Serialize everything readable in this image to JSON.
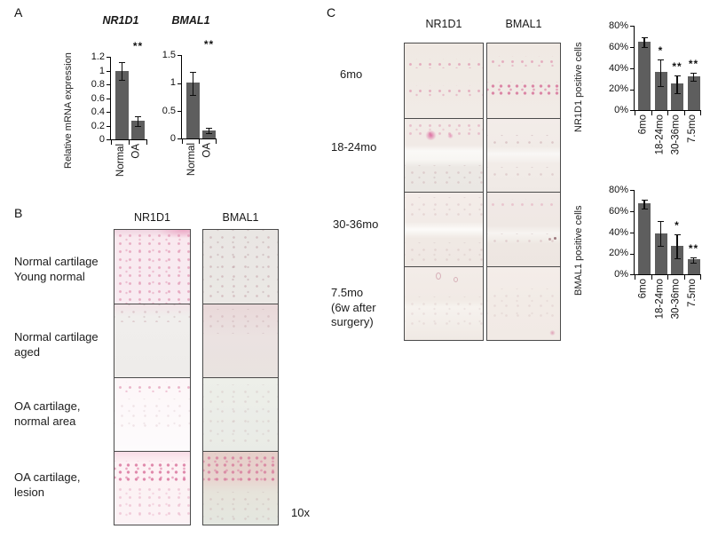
{
  "panelA": {
    "label": "A",
    "y_axis_label": "Relative mRNA expression"
  },
  "panelB": {
    "label": "B",
    "col_headers": [
      "NR1D1",
      "BMAL1"
    ],
    "row_labels": [
      [
        "Normal cartilage",
        "Young normal"
      ],
      [
        "Normal cartilage",
        "aged"
      ],
      [
        "OA cartilage,",
        "normal area"
      ],
      [
        "OA cartilage,",
        "lesion"
      ]
    ],
    "magnification": "10x"
  },
  "panelC": {
    "label": "C",
    "col_headers": [
      "NR1D1",
      "BMAL1"
    ],
    "row_labels": [
      [
        "6mo"
      ],
      [
        "18-24mo"
      ],
      [
        "30-36mo"
      ],
      [
        "7.5mo",
        "(6w after",
        "surgery)"
      ]
    ]
  },
  "chart_data": [
    {
      "id": "panelA-NR1D1-mRNA",
      "type": "bar",
      "title": "NR1D1",
      "categories": [
        "Normal",
        "OA"
      ],
      "values": [
        1.0,
        0.27
      ],
      "errors": [
        0.13,
        0.08
      ],
      "ylim": [
        0,
        1.2
      ],
      "yticks": [
        0,
        0.2,
        0.4,
        0.6,
        0.8,
        1,
        1.2
      ],
      "ytick_labels": [
        "0",
        "0.2",
        "0.4",
        "0.6",
        "0.8",
        "1",
        "1.2"
      ],
      "ylabel": "Relative mRNA expression",
      "significance": [
        "",
        "**"
      ],
      "sig_position": "top",
      "grid": false,
      "legend": false
    },
    {
      "id": "panelA-BMAL1-mRNA",
      "type": "bar",
      "title": "BMAL1",
      "categories": [
        "Normal",
        "OA"
      ],
      "values": [
        1.0,
        0.15
      ],
      "errors": [
        0.22,
        0.05
      ],
      "ylim": [
        0,
        1.5
      ],
      "yticks": [
        0,
        0.5,
        1,
        1.5
      ],
      "ytick_labels": [
        "0",
        "0.5",
        "1",
        "1.5"
      ],
      "ylabel": "Relative mRNA expression",
      "significance": [
        "",
        "**"
      ],
      "sig_position": "top",
      "grid": false,
      "legend": false
    },
    {
      "id": "panelC-NR1D1-positive-cells",
      "type": "bar",
      "title": "",
      "categories": [
        "6mo",
        "18-24mo",
        "30-36mo",
        "7.5mo"
      ],
      "values": [
        65,
        36,
        25,
        32
      ],
      "errors": [
        5,
        13,
        9,
        4
      ],
      "ylim": [
        0,
        80
      ],
      "yticks": [
        0,
        20,
        40,
        60,
        80
      ],
      "ytick_labels": [
        "0%",
        "20%",
        "40%",
        "60%",
        "80%"
      ],
      "ylabel": "NR1D1 positive cells",
      "significance": [
        "",
        "*",
        "**",
        "**"
      ],
      "sig_position": "above-error",
      "grid": false,
      "legend": false
    },
    {
      "id": "panelC-BMAL1-positive-cells",
      "type": "bar",
      "title": "",
      "categories": [
        "6mo",
        "18-24mo",
        "30-36mo",
        "7.5mo"
      ],
      "values": [
        67,
        39,
        27,
        14
      ],
      "errors": [
        5,
        12,
        12,
        3
      ],
      "ylim": [
        0,
        80
      ],
      "yticks": [
        0,
        20,
        40,
        60,
        80
      ],
      "ytick_labels": [
        "0%",
        "20%",
        "40%",
        "60%",
        "80%"
      ],
      "ylabel": "BMAL1 positive cells",
      "significance": [
        "",
        "",
        "*",
        "**"
      ],
      "sig_position": "above-error",
      "grid": false,
      "legend": false
    }
  ],
  "colors": {
    "bar": "#5e5e5e",
    "axis": "#000000",
    "tile_border": "#4a4a4a",
    "stain_pink": "#d8699a"
  }
}
